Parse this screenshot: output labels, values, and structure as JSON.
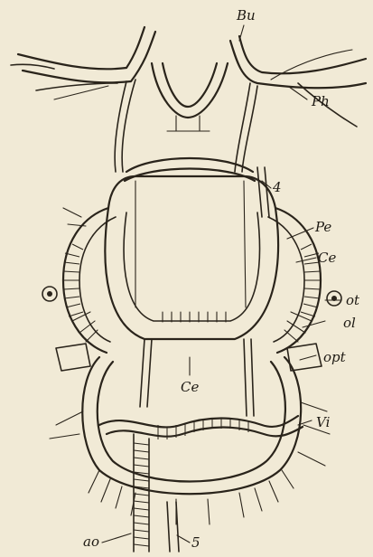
{
  "labels": {
    "bu": "Bu",
    "ph": "Ph",
    "four": "4",
    "pe": "Pe",
    "ce_right": "Ce",
    "ot": "ot",
    "ol": "ol",
    "opt": "opt",
    "ce_center": "Ce",
    "vi": "Vi",
    "ao": "ao",
    "five": "5"
  },
  "colors": {
    "paper": "#f1ead6",
    "ink": "#2a241b"
  }
}
